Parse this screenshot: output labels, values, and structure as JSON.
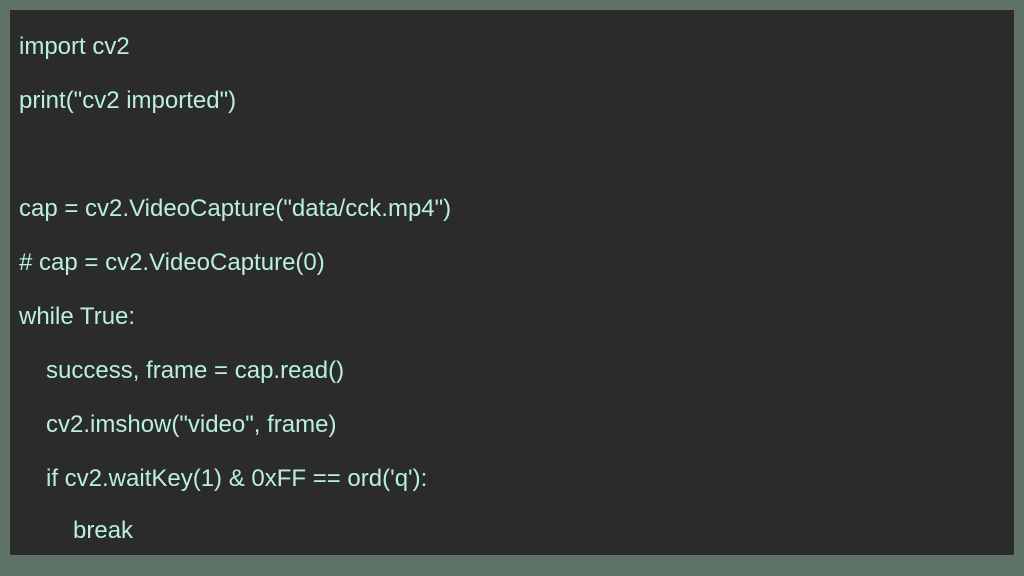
{
  "slide": {
    "lines": [
      "import cv2",
      "print(\"cv2 imported\")",
      "",
      "cap = cv2.VideoCapture(\"data/cck.mp4\")",
      "# cap = cv2.VideoCapture(0)",
      "while True:",
      "success, frame = cap.read()",
      "cv2.imshow(\"video\", frame)",
      "if cv2.waitKey(1) & 0xFF == ord('q'):",
      "break"
    ]
  },
  "colors": {
    "background": "#5e7268",
    "panel": "#2b2b2b",
    "text": "#b9f0dc"
  }
}
